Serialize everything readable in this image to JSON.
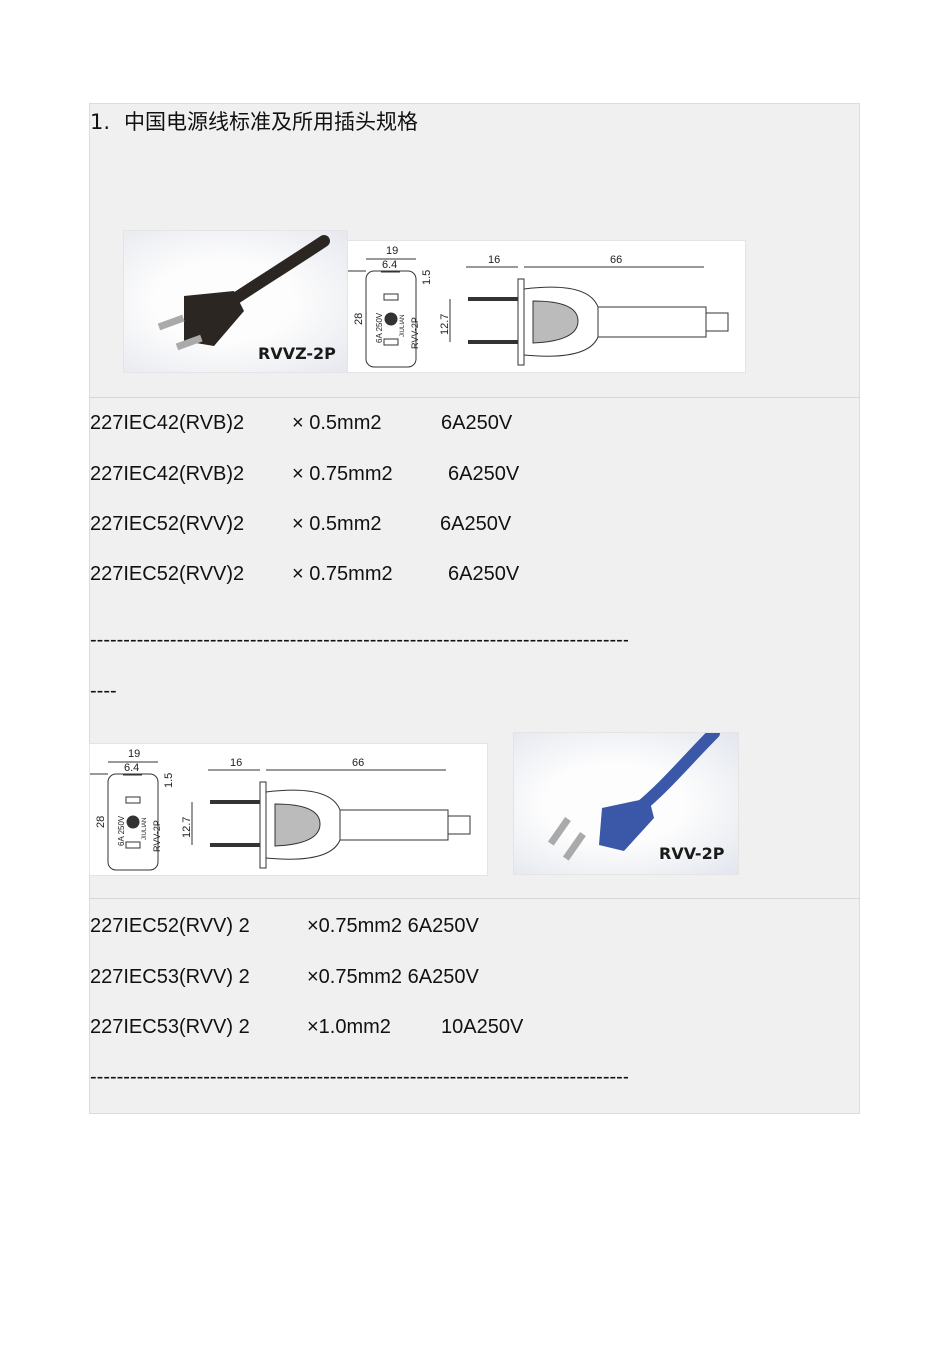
{
  "heading": {
    "number": "1.",
    "text": "中国电源线标准及所用插头规格"
  },
  "photo1": {
    "label": "RVVZ-2P",
    "plug_color": "#2b2622"
  },
  "photo2": {
    "label": "RVV-2P",
    "plug_color": "#3a57a8"
  },
  "drawing_labels": {
    "w19": "19",
    "w64": "6.4",
    "h15": "1.5",
    "h28": "28",
    "p127": "12.7",
    "l16": "16",
    "l66": "66",
    "rating": "6A  250V",
    "model": "RVV-2P",
    "brand": "JIULIAN"
  },
  "table1": [
    {
      "type": "227IEC42(RVB)2",
      "size": "× 0.5mm2",
      "rating": "6A250V"
    },
    {
      "type": "227IEC42(RVB)2",
      "size": "× 0.75mm2",
      "rating": "6A250V"
    },
    {
      "type": "227IEC52(RVV)2",
      "size": "× 0.5mm2",
      "rating": "6A250V"
    },
    {
      "type": "227IEC52(RVV)2",
      "size": "× 0.75mm2",
      "rating": "6A250V"
    }
  ],
  "separator1": "--------------------------------------------------------------------------------------------",
  "separator1_tail": "----",
  "table2": [
    {
      "type": "227IEC52(RVV) 2",
      "size": "×0.75mm2 6A250V",
      "rating": ""
    },
    {
      "type": "227IEC53(RVV) 2",
      "size": "×0.75mm2 6A250V",
      "rating": ""
    },
    {
      "type": "227IEC53(RVV) 2",
      "size": "×1.0mm2",
      "rating": "10A250V"
    }
  ],
  "separator2": "--------------------------------------------------------------------------------------------"
}
